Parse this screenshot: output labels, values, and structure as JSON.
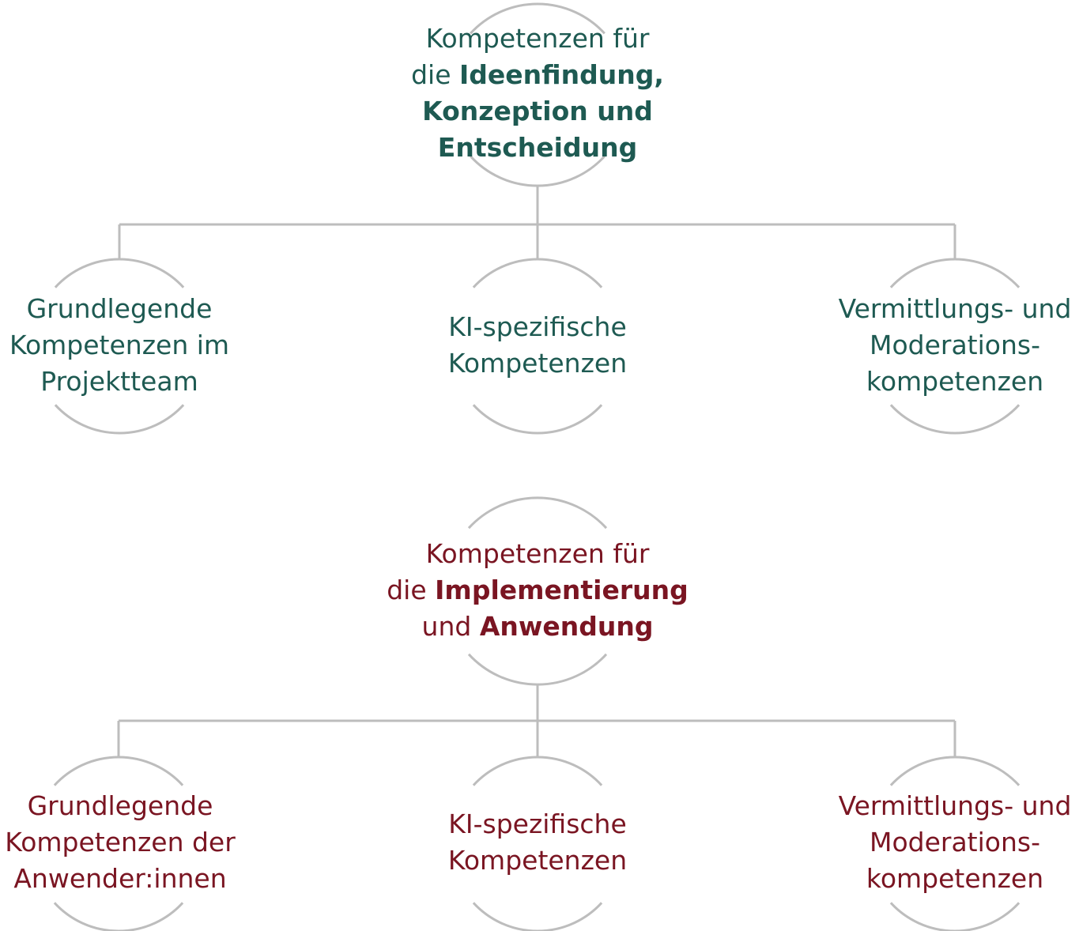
{
  "colors": {
    "group1": "#1e5a52",
    "group2": "#7a1522",
    "lines": "#bdbdbd"
  },
  "group1": {
    "root": {
      "line1": "Kompetenzen für",
      "line2_prefix": "die ",
      "line2_bold": "Ideenfindung,",
      "line3_bold": "Konzeption und",
      "line4_bold": "Entscheidung"
    },
    "children": [
      {
        "lines": [
          "Grundlegende",
          "Kompetenzen im",
          "Projektteam"
        ]
      },
      {
        "lines": [
          "KI-spezifische",
          "Kompetenzen"
        ]
      },
      {
        "lines": [
          "Vermittlungs- und",
          "Moderations-",
          "kompetenzen"
        ]
      }
    ]
  },
  "group2": {
    "root": {
      "line1": "Kompetenzen für",
      "line2_prefix": "die ",
      "line2_bold": "Implementierung",
      "line3_prefix": "und ",
      "line3_bold": "Anwendung"
    },
    "children": [
      {
        "lines": [
          "Grundlegende",
          "Kompetenzen der",
          "Anwender:innen"
        ]
      },
      {
        "lines": [
          "KI-spezifische",
          "Kompetenzen"
        ]
      },
      {
        "lines": [
          "Vermittlungs- und",
          "Moderations-",
          "kompetenzen"
        ]
      }
    ]
  }
}
